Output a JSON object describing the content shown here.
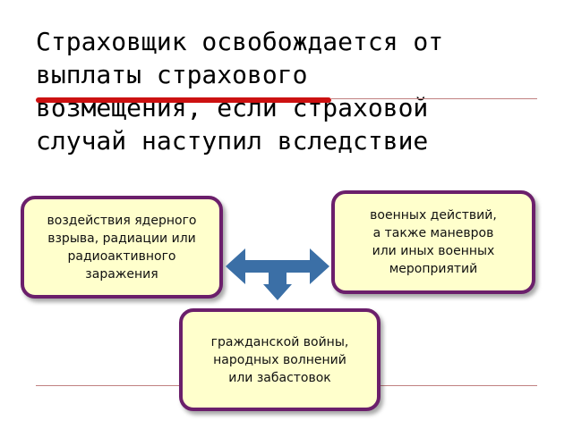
{
  "title": {
    "lines": [
      "Страховщик освобождается от",
      "выплаты страхового",
      "возмещения, если страховой",
      "случай наступил вследствие"
    ]
  },
  "boxes": {
    "left": "воздействия ядерного\nвзрыва,  радиации или\nрадиоактивного\nзаражения",
    "right": "военных действий,\nа также маневров\nили иных военных\nмероприятий",
    "bottom": "гражданской войны,\nнародных волнений\nили забастовок"
  },
  "colors": {
    "box_fill": "#ffffcc",
    "box_border": "#6b1f6b",
    "arrow": "#3b6fa6",
    "red_bar": "#cc1111",
    "rule": "#c08080"
  },
  "icons": {
    "arrow": "three-way-arrow-icon"
  }
}
